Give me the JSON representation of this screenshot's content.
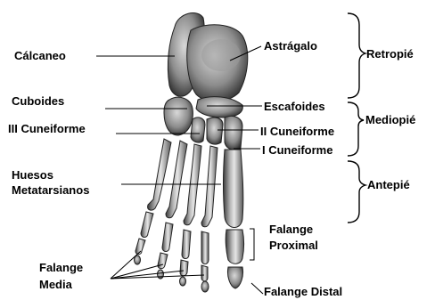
{
  "labels": {
    "calcaneo": "Cálcaneo",
    "astragalo": "Astrágalo",
    "cuboides": "Cuboides",
    "escafoides": "Escafoides",
    "iii_cuneiforme": "III Cuneiforme",
    "ii_cuneiforme": "II Cuneiforme",
    "i_cuneiforme": "I Cuneiforme",
    "huesos_metatarsianos_1": "Huesos",
    "huesos_metatarsianos_2": "Metatarsianos",
    "falange_proximal_1": "Falange",
    "falange_proximal_2": "Proximal",
    "falange_media_1": "Falange",
    "falange_media_2": "Media",
    "falange_distal": "Falange Distal"
  },
  "regions": {
    "retropie": "Retropié",
    "mediopie": "Mediopié",
    "antepie": "Antepié"
  }
}
